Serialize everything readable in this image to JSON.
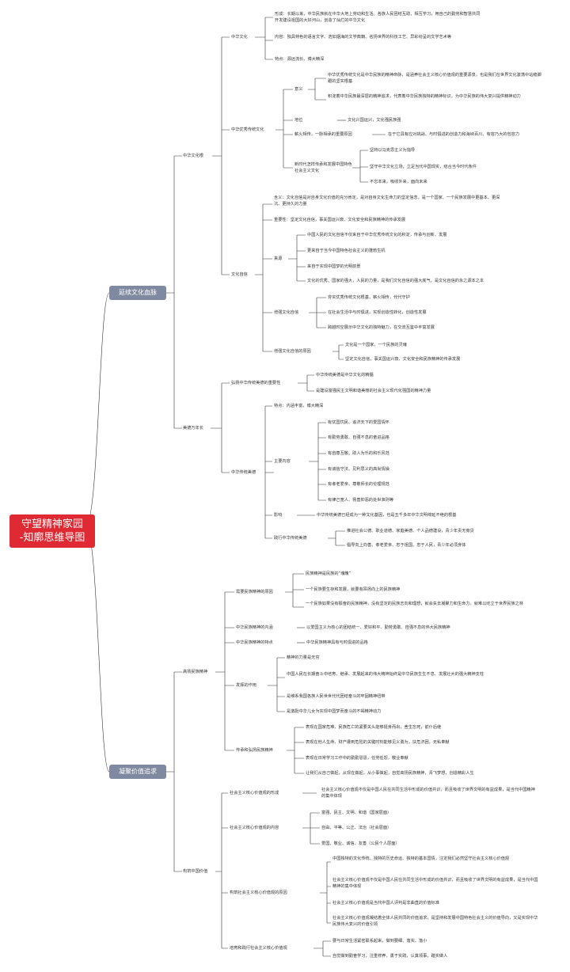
{
  "root": "守望精神家园\n-知廓思维导图",
  "b1": {
    "label": "延续文化血脉",
    "s1": {
      "label": "中华文化根",
      "wh": {
        "label": "中华文化",
        "items": [
          "形成：长期以来，中华民族就在中华大地上劳动和生活。各族人民团结互助、相互学习，用自己的勤劳和智慧共同开发建设祖国的大好河山，创造了灿烂的中华文化",
          "内容：独具特色的语言文字、浩如烟海的文学典籍、名扬世界的科技工艺、异彩纷呈的文学艺术等",
          "特点：源远流长、博大精深"
        ]
      },
      "yx": {
        "label": "中华优秀传统文化",
        "yy": {
          "label": "意义",
          "items": [
            "中华优秀传统文化是中华民族的精神命脉，是涵养社会主义核心价值观的重要源泉，也是我们在世界文化激荡中站稳脚跟的坚实根基",
            "积淀着中华民族最深层的精神追求，代表着中华民族独特的精神标识，为中华民族的伟大复兴提供精神动力"
          ]
        },
        "dw": {
          "label": "地位",
          "value": "文化兴国运兴，文化强民族强"
        },
        "zj": {
          "label": "薪火相传，一脉相承的重要原因",
          "value": "在于它具有应对挑战、与时俱进的创造力和海纳百川、有容乃大的包容力"
        },
        "xsd": {
          "label": "新时代怎样传承和发展中国特色社会主义文化",
          "items": [
            "坚持以马克思主义为指导",
            "坚守中华文化立场，立足当代中国现实，结合当今时代条件",
            "不忘本来，吸收外来，面向未来"
          ]
        }
      },
      "zx": {
        "label": "文化自信",
        "hy": "含义：文化自信是对自身文化价值的充分肯定，是对自身文化生命力的坚定信念，是一个国家、一个民族发展中更基本、更深沉、更持久的力量",
        "zy": "重要性：坚定文化自信，事关国运兴衰、文化安全和民族精神的传承发展",
        "ly": {
          "label": "来源",
          "items": [
            "中国人民的文化自信不仅来自于中华优秀传统文化的积淀，传承与创新、发展",
            "更来自于当今中国特色社会主义的蓬勃生机",
            "来自于实现中国梦的光明前景",
            "文化的优秀、国家的强大，人民的力量，是我们文化自信的强大底气，是文化自信的永之源本之本"
          ]
        },
        "zq": {
          "label": "增强文化自信",
          "items": [
            "夯实优秀传统文化根基，薪火相传，代代守护",
            "在社会生活中与时俱进，实现创造性转化，创造性发展",
            "跨越时空展示中华文化的独特魅力，在交流互鉴中丰富发展"
          ]
        },
        "yy": {
          "label": "增强文化自信的原因",
          "items": [
            "文化是一个国家、一个民族的灵魂",
            "坚定文化自信，事关国运兴衰、文化安全和民族精神的传承发展"
          ]
        }
      }
    },
    "s2": {
      "label": "美德万年长",
      "hy": {
        "label": "弘扬中华传统美德的重要性",
        "items": [
          "中华传统美德是中华文化的精髓",
          "是建设富强民主文明和谐美丽的社会主义现代化强国的精神力量"
        ]
      },
      "ct": {
        "label": "中华传统美德",
        "td": "特点：内涵丰富，博大精深",
        "nr": {
          "label": "主要内容",
          "items": [
            "有忧国忧民、追济天下的爱国情怀",
            "有勤劳勇敢、自强不息的奋进品格",
            "有自尊互敬、助人为乐的和乐风范",
            "有诚信守法、见利思义的高尚情操",
            "有孝老爱亲、尊敬师长的伦理规范",
            "有律己宽人、扬善抑恶的处世准则等"
          ]
        },
        "yx": {
          "label": "影响",
          "value": "中华传统美德已经成为一种文化基因，也是五千多年中华文明绵延不绝的根基"
        },
        "jx": {
          "label": "践行中华传统美德",
          "items": [
            "推进社会公德、职业道德、家庭美德、个人品德建设，青少年责无旁贷",
            "倡导向上向善、孝老爱亲、忠于祖国、忠于人民，青少年必须身体"
          ]
        }
      }
    }
  },
  "b2": {
    "label": "凝聚价值追求",
    "s1": {
      "label": "高扬民族精神",
      "yy": {
        "label": "需要民族精神的原因",
        "items": [
          "民族精神是民族的“魂魄”",
          "一个民族要生存和发展，就要有昂扬向上的民族精神",
          "一个民族如果没有振奋的民族精神，没有坚定的民族志向和理想，就会失去凝聚力和生命力，就难以屹立于世界民族之林"
        ]
      },
      "nh": {
        "label": "中华民族精神的内涵",
        "value": "以爱国主义为核心的团结统一、爱好和平、勤劳勇敢、自强不息的伟大民族精神"
      },
      "td": {
        "label": "中华民族精神的特点",
        "value": "中华民族精神具有与时俱进的品格"
      },
      "zy": {
        "label": "发挥的作用",
        "items": [
          "精神的力量是无穷",
          "中国人民在长期奋斗中培育、继承、发展起来的伟大精神始终是中华民族生生不息、发展壮大的强大精神支柱",
          "是维系我国各族人民世世代代团结奋斗的牢固精神纽带",
          "是激励中华儿女为实现中国梦而奋斗的不竭精神动力"
        ]
      },
      "cc": {
        "label": "传承和弘扬民族精神",
        "items": [
          "表现在国家危难、民族危亡的紧要关头能够挺身而出，舍生忘死，前仆后继",
          "表现在他人生命、财产遭到危险的关键时刻能够见义勇为，扶危济困，无私奉献",
          "表现在日常学习工作中的勤勤恳恳，任劳任怨，敬业奉献",
          "让我们从自己做起，从现在做起，从小事做起，自觉高扬民族精神，青飞梦想，创造精彩人生"
        ]
      }
    },
    "s2": {
      "label": "构筑中国价值",
      "xc": {
        "label": "社会主义核心价值观的形成",
        "value": "社会主义核心价值观不仅是中国人民在共同生活中形成的价值共识，而且吸收了世界文明的有益成果，是当代中国精神的集中体现"
      },
      "nr": {
        "label": "社会主义核心价值观的内容",
        "items": [
          "富强、民主、文明、和谐（国家层面）",
          "自由、平等、公正、法治（社会层面）",
          "爱国、敬业、诚信、友善（公民个人层面）"
        ]
      },
      "yy": {
        "label": "构筑社会主义核心价值观的原因",
        "items": [
          "中国独特的文化传统、独特的历史命运、独特的基本国情，注定我们必然坚守社会主义核心价值观",
          "社会主义核心价值观不仅是中国人民在共同生活中形成的价值共识，而且吸收了世界文明的有益成果，是当代中国精神的集中体现",
          "社会主义核心价值观是当代中国人评判是非曲直的价值标准",
          "社会主义核心价值观凝结着全体人民共同的价值追求，是坚持和发展中国特色社会主义的价值导向，又是实现中华民族伟大复兴的价值引领"
        ]
      },
      "pq": {
        "label": "培育和践行社会主义核心价值观",
        "items": [
          "要与日常生活紧密联系起来，做到要细、落实、落小",
          "自觉做到勤奋学习，注重修养，勇于实践，认真领事，踏实做人"
        ]
      }
    }
  }
}
